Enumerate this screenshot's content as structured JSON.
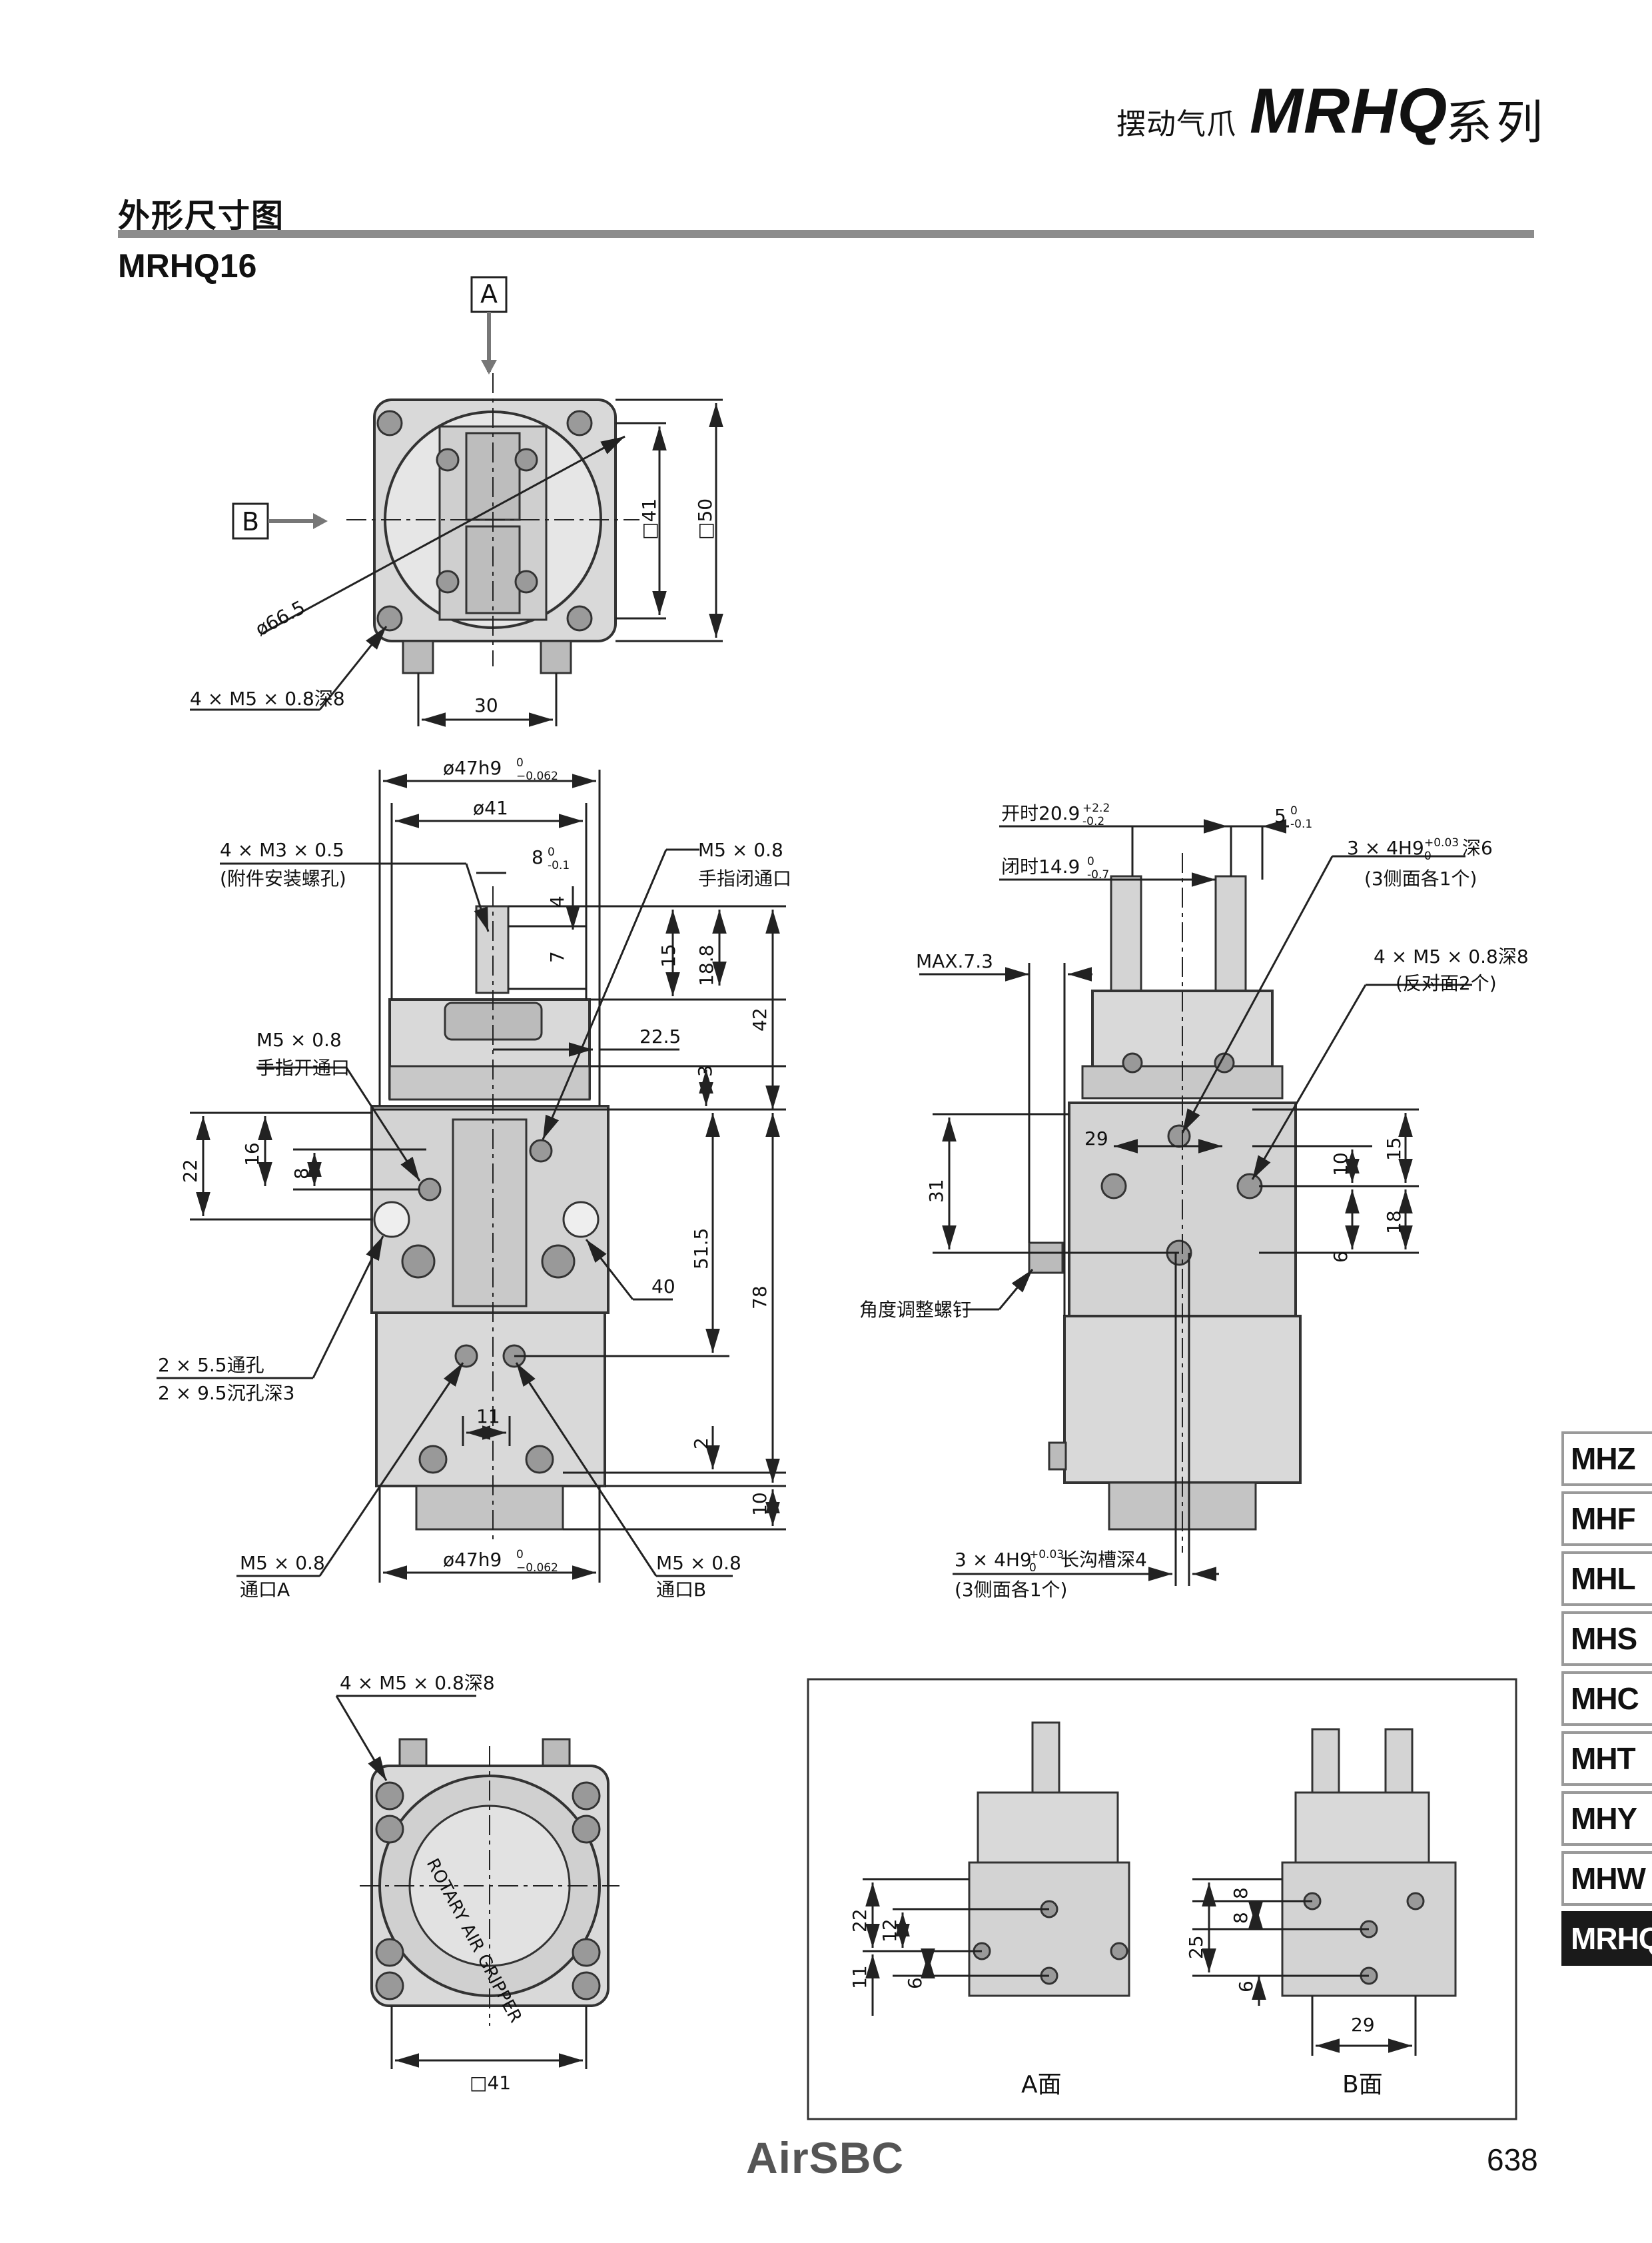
{
  "header": {
    "subtitle": "摆动气爪",
    "model": "MRHQ",
    "series": "系列"
  },
  "section": {
    "title": "外形尺寸图",
    "model": "MRHQ16"
  },
  "labels": {
    "view_a_tag": "A",
    "view_b_tag": "B",
    "top": {
      "d66": "ø66.5",
      "sq41": "□41",
      "sq50": "□50",
      "d30": "30",
      "m5x4": "4 × M5 × 0.8深8"
    },
    "front": {
      "d47_top": "ø47h9",
      "d41": "ø41",
      "m3": "4 × M3 × 0.5",
      "m3_note": "(附件安装螺孔)",
      "d8": "8",
      "d4": "4",
      "d7": "7",
      "d15": "15",
      "d188": "18.8",
      "d42": "42",
      "d225": "22.5",
      "d3": "3",
      "m5_close": "M5 × 0.8",
      "m5_close_note": "手指闭通口",
      "m5_open": "M5 × 0.8",
      "m5_open_note": "手指开通口",
      "d22": "22",
      "d16": "16",
      "d8b": "8",
      "d515": "51.5",
      "d78": "78",
      "d40": "40",
      "hole55": "2 × 5.5通孔",
      "hole95": "2 × 9.5沉孔深3",
      "d11": "11",
      "d2": "2",
      "d10": "10",
      "d47_bot": "ø47h9",
      "portA": "M5 × 0.8",
      "portA_note": "通口A",
      "portB": "M5 × 0.8",
      "portB_note": "通口B"
    },
    "side": {
      "open": "开时20.9",
      "close": "闭时14.9",
      "d5": "5",
      "max73": "MAX.7.3",
      "h9_top": "3 × 4H9",
      "h9_top_depth": "深6",
      "h9_top_note": "(3侧面各1个)",
      "m5_back": "4 × M5 × 0.8深8",
      "m5_back_note": "(反对面2个)",
      "d29": "29",
      "d31": "31",
      "d10": "10",
      "d15": "15",
      "d6": "6",
      "d18": "18",
      "screw": "角度调整螺钉",
      "h9_bot": "3 × 4H9",
      "h9_bot_suffix": "长沟槽深4",
      "h9_bot_note": "(3侧面各1个)"
    },
    "bottom": {
      "m5x4": "4 × M5 × 0.8深8",
      "sq41": "□41",
      "engraving": "ROTARY AIR GRIPPER"
    },
    "views": {
      "a_face": "A面",
      "b_face": "B面",
      "a22": "22",
      "a12": "12",
      "a11": "11",
      "a6": "6",
      "b8a": "8",
      "b8b": "8",
      "b25": "25",
      "b6": "6",
      "b29": "29"
    }
  },
  "tolerances": {
    "d47": {
      "upper": "0",
      "lower": "−0.062"
    },
    "d8": {
      "upper": "0",
      "lower": "-0.1"
    },
    "open": {
      "upper": "+2.2",
      "lower": "-0.2"
    },
    "close": {
      "upper": "0",
      "lower": "-0.7"
    },
    "d5": {
      "upper": "0",
      "lower": "-0.1"
    },
    "h9": {
      "upper": "+0.03",
      "lower": "0"
    }
  },
  "tabs": [
    "MHZ",
    "MHF",
    "MHL",
    "MHS",
    "MHC",
    "MHT",
    "MHY",
    "MHW",
    "MRHQ"
  ],
  "active_tab": "MRHQ",
  "footer": {
    "logo": "AirSBC",
    "page": "638"
  }
}
